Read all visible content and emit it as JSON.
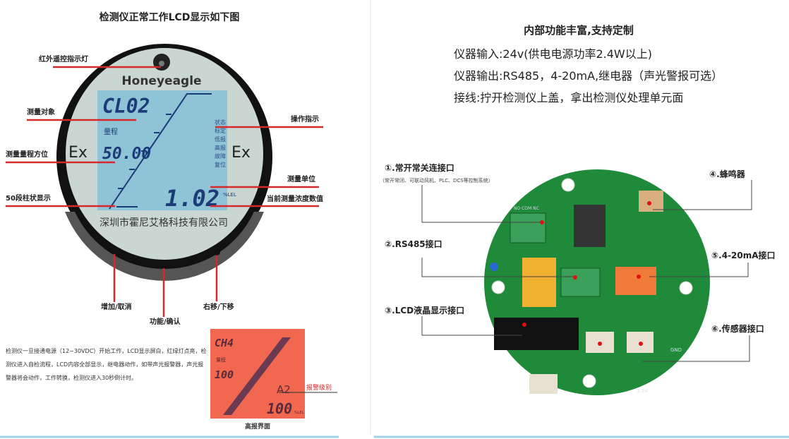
{
  "left": {
    "title": "检测仪正常工作LCD显示如下图",
    "device": {
      "brand": "Honeyeagle",
      "company": "深圳市霍尼艾格科技有限公司",
      "ex_mark": "Ex",
      "lcd": {
        "gas": "CL02",
        "range_label": "量程",
        "range_value": "50.00",
        "reading": "1.02",
        "unit": "%LEL",
        "status_items": [
          "状态",
          "标定",
          "低报",
          "高报",
          "故障",
          "复位"
        ]
      }
    },
    "callouts": {
      "ir_indicator": "红外遥控指示灯",
      "measure_target": "测量对象",
      "measure_range": "测量量程方位",
      "bar_display": "50段柱状显示",
      "operation_hint": "操作指示",
      "measure_unit": "测量单位",
      "current_value": "当前测量浓度数值",
      "btn_add_cancel": "增加/取消",
      "btn_func_confirm": "功能/确认",
      "btn_right_down": "右移/下移"
    },
    "description": "检测仪一旦接通电源（12~30VDC）开始工作，LCD显示屏白，红绿灯点亮，检测仪进入自检流程，LCD内容全部显示，继电器动作，如带声光报警器，声光报警器将会动作，工作转换，检测仪进入30秒倒计时。",
    "alarm_lcd": {
      "gas": "CH4",
      "range_label": "量程",
      "range_value": "100",
      "alarm_level": "A2",
      "reading": "100",
      "unit": "%LEL",
      "alarm_level_label": "报警级别",
      "caption": "高报界面"
    }
  },
  "right": {
    "title": "内部功能丰富,支持定制",
    "specs": [
      "仪器输入:24v(供电电源功率2.4W以上)",
      "仪器输出:RS485，4-20mA,继电器（声光警报可选）",
      "接线:拧开检测仪上盖，拿出检测仪处理单元面"
    ],
    "ports": [
      {
        "label": "①.常开常关连接口",
        "note": "（常开常闭、可联动风机、PLC、DCS等控制系统）"
      },
      {
        "label": "②.RS485接口"
      },
      {
        "label": "③.LCD液晶显示接口"
      },
      {
        "label": "④.蜂鸣器"
      },
      {
        "label": "⑤.4-20mA接口"
      },
      {
        "label": "⑥.传感器接口"
      }
    ],
    "board_marks": {
      "gnd": "GND",
      "v33": "3.3V",
      "relay": "NO COM NC"
    }
  },
  "colors": {
    "callout": "#d42a2a",
    "lcd": "#8fc3d6",
    "alarm_lcd": "#f2674f",
    "pcb": "#1f8a3a",
    "accent_line": "#9fd0e8"
  }
}
